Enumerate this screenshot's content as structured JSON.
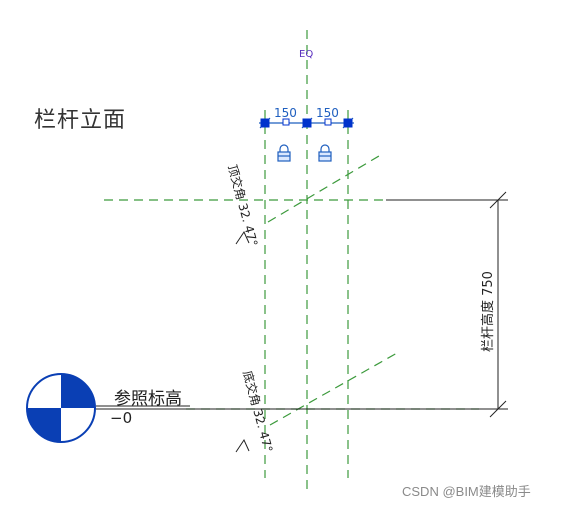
{
  "view": {
    "title": "栏杆立面"
  },
  "level": {
    "name": "参照标高",
    "value": "−0"
  },
  "dimensions": {
    "eq_label": "EQ",
    "segment_left": "150",
    "segment_right": "150",
    "height_label": "栏杆高度  750"
  },
  "angles": {
    "top_label": "顶交角 32. 47°",
    "bottom_label": "底交角 32. 47°"
  },
  "watermark": "CSDN @BIM建模助手",
  "colors": {
    "ref_plane": "#3c9a3c",
    "dimension": "#1f5fbf",
    "grip": "#0033cc",
    "level_fill": "#0a3fb4",
    "line": "#222222"
  }
}
